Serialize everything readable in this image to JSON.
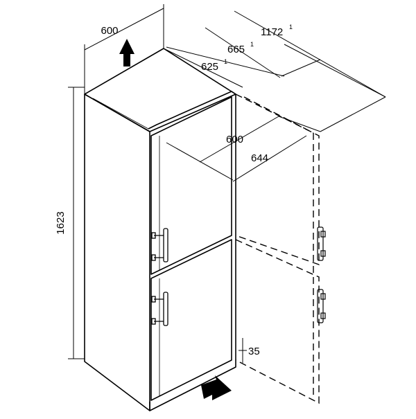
{
  "colors": {
    "line": "#000000",
    "background": "#ffffff"
  },
  "icons": [
    "up-arrow-icon",
    "right-arrow-icon"
  ],
  "dimensions": {
    "top_width": "600",
    "depth_625": "625",
    "depth_625_note": "1",
    "depth_665": "665",
    "depth_665_note": "1",
    "depth_1172": "1172",
    "depth_1172_note": "1",
    "door_open_600": "600",
    "door_open_644": "644",
    "height": "1623",
    "plinth": "35"
  }
}
